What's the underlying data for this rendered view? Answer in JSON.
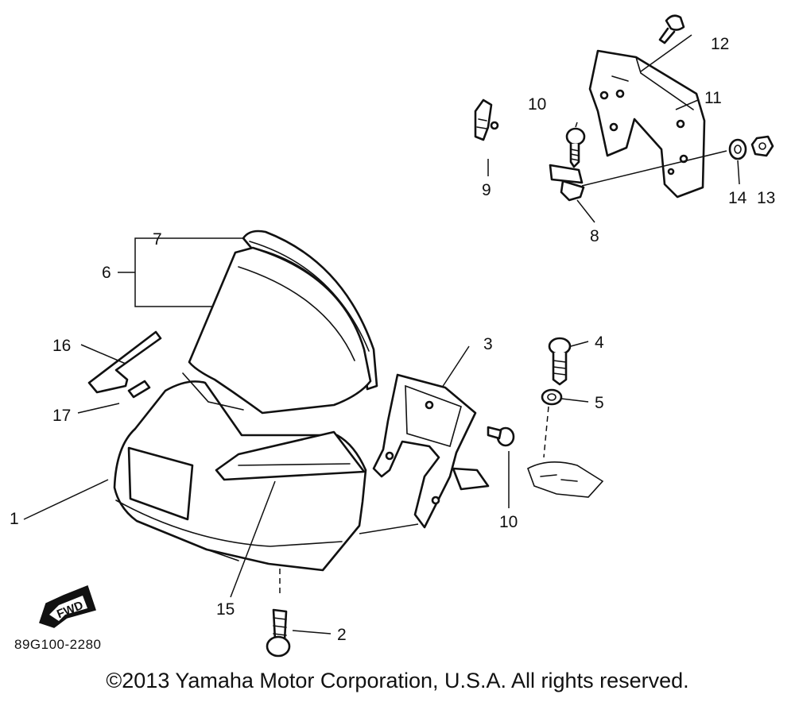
{
  "diagram": {
    "callouts": {
      "c1": "1",
      "c2": "2",
      "c3": "3",
      "c4": "4",
      "c5": "5",
      "c6": "6",
      "c7": "7",
      "c8": "8",
      "c9": "9",
      "c10a": "10",
      "c10b": "10",
      "c11": "11",
      "c12": "12",
      "c13": "13",
      "c14": "14",
      "c15": "15",
      "c16": "16",
      "c17": "17"
    },
    "fwd_label": "FWD",
    "drawing_code": "89G100-2280"
  },
  "footer": {
    "copyright": "©2013 Yamaha Motor Corporation, U.S.A. All rights reserved."
  }
}
